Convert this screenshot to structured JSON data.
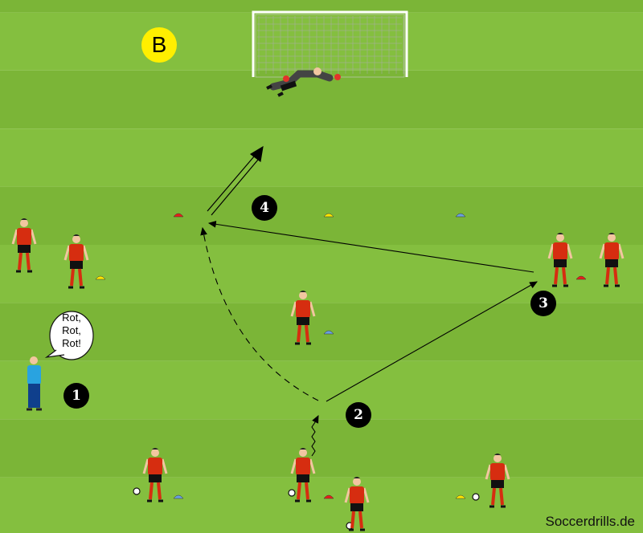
{
  "field_label": "B",
  "speech_bubble": {
    "lines": [
      "Rot,",
      "Rot,",
      "Rot!"
    ]
  },
  "step_markers": [
    "1",
    "2",
    "3",
    "4"
  ],
  "watermark": "Soccerdrills.de",
  "colors": {
    "grass_light": "#84bf3f",
    "grass_dark": "#7bb537",
    "player_shirt": "#d62d10",
    "coach_shirt": "#29a3e0",
    "badge": "#ffef00"
  }
}
